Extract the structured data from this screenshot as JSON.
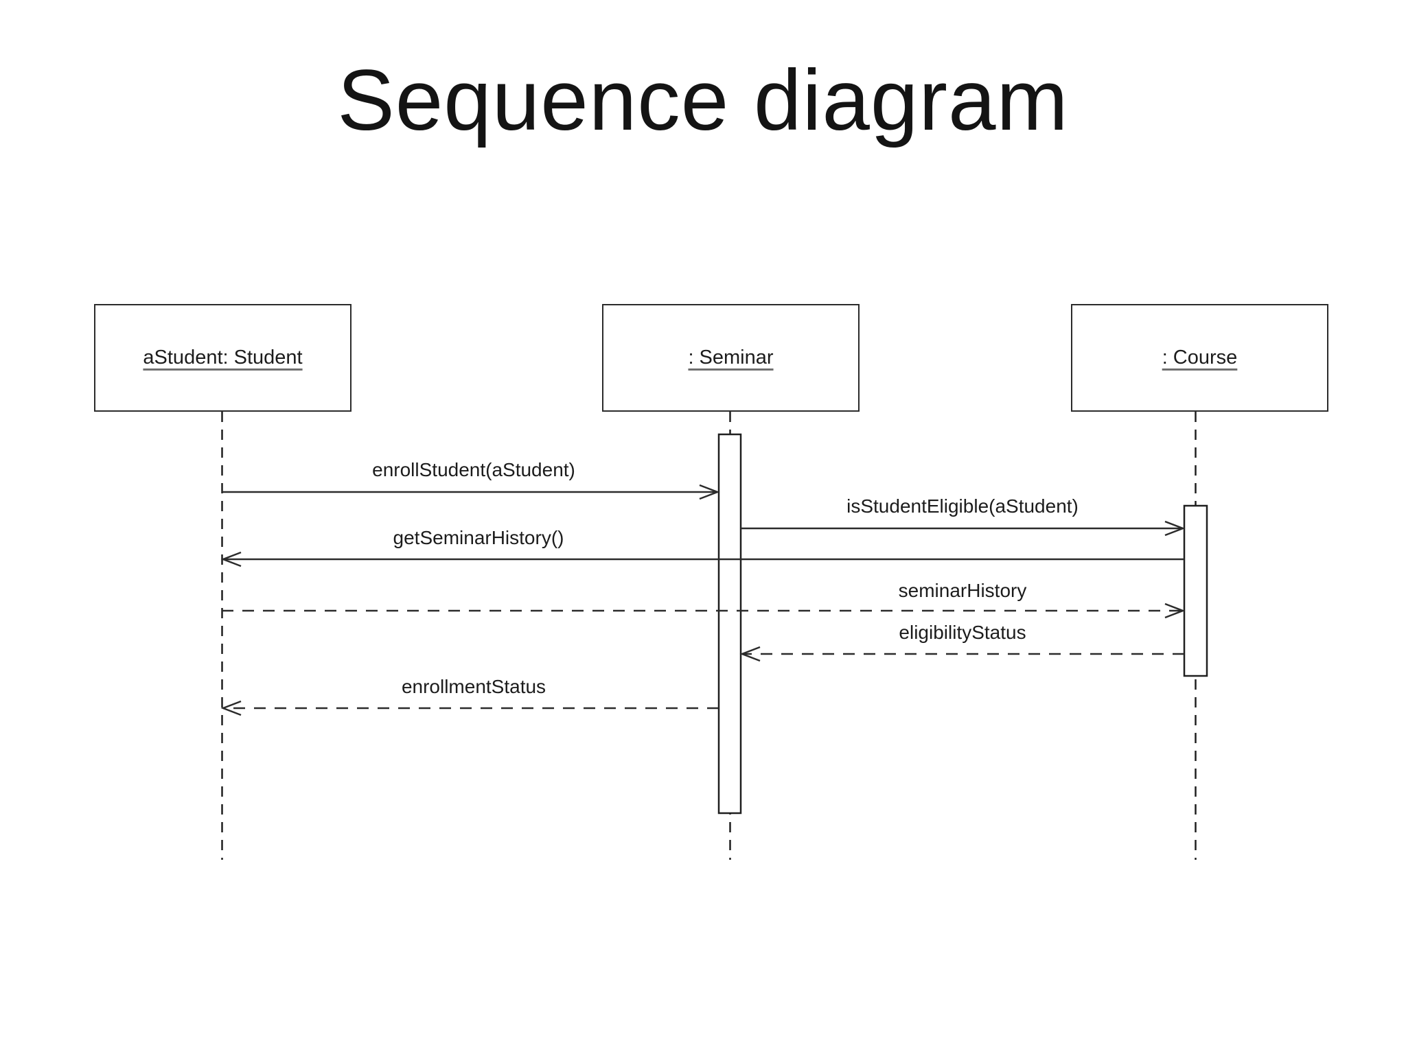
{
  "title": "Sequence diagram",
  "diagram": {
    "type": "uml-sequence-diagram",
    "actors": [
      {
        "id": "student",
        "label": "aStudent: Student"
      },
      {
        "id": "seminar",
        "label": ": Seminar"
      },
      {
        "id": "course",
        "label": ": Course"
      }
    ],
    "activations": [
      {
        "actor": "seminar"
      },
      {
        "actor": "course"
      }
    ],
    "messages": [
      {
        "label": "enrollStudent(aStudent)",
        "from": "student",
        "to": "seminar",
        "line": "solid"
      },
      {
        "label": "isStudentEligible(aStudent)",
        "from": "seminar",
        "to": "course",
        "line": "solid"
      },
      {
        "label": "getSeminarHistory()",
        "from": "course",
        "to": "student",
        "line": "solid"
      },
      {
        "label": "seminarHistory",
        "from": "student",
        "to": "course",
        "line": "dashed"
      },
      {
        "label": "eligibilityStatus",
        "from": "course",
        "to": "seminar",
        "line": "dashed"
      },
      {
        "label": "enrollmentStatus",
        "from": "seminar",
        "to": "student",
        "line": "dashed"
      }
    ],
    "colors": {
      "line": "#2b2b2b",
      "text": "#1c1c1c",
      "background": "#ffffff"
    }
  }
}
